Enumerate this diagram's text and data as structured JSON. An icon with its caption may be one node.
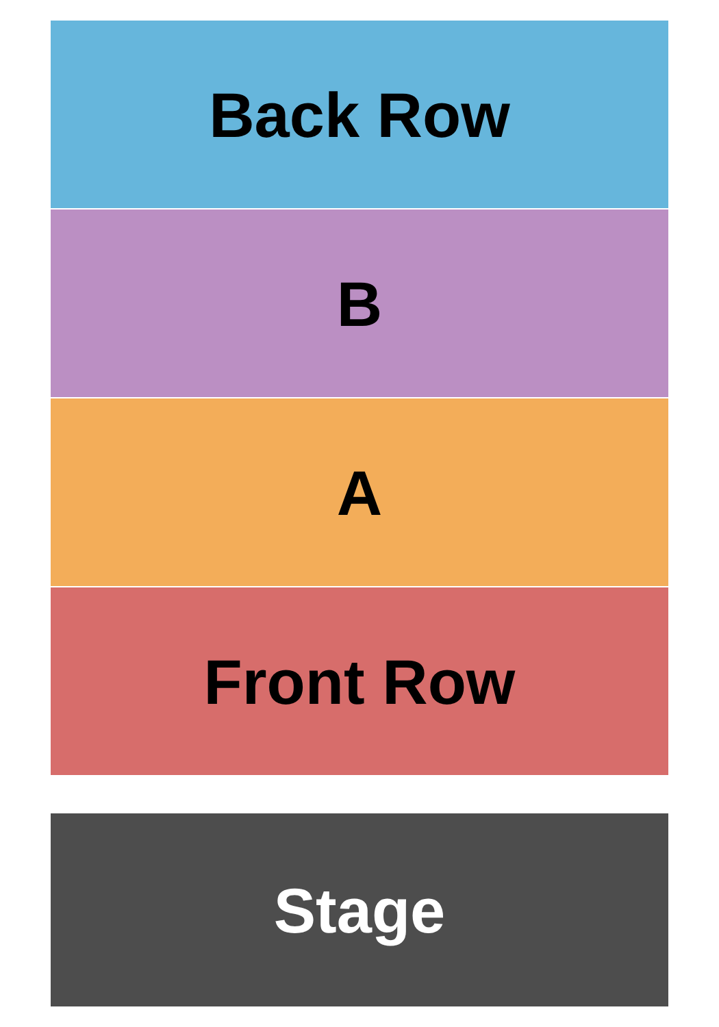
{
  "diagram": {
    "nodes": [
      {
        "text": [
          "Back Row"
        ]
      },
      {
        "text": [
          "B"
        ]
      },
      {
        "text": [
          "A"
        ]
      },
      {
        "text": [
          "Front Row"
        ]
      },
      {
        "text": [
          "Stage"
        ]
      }
    ]
  }
}
